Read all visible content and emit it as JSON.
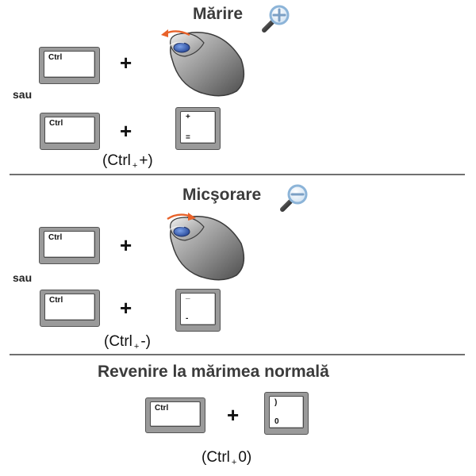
{
  "zoom_in": {
    "title": "Mărire",
    "ctrl_key_label": "Ctrl",
    "plus_sign": "+",
    "or_label": "sau",
    "key_top": "+",
    "key_bottom": "=",
    "caption_start": "(Ctrl",
    "caption_plus": "+",
    "caption_end": "+)"
  },
  "zoom_out": {
    "title": "Micşorare",
    "ctrl_key_label": "Ctrl",
    "plus_sign": "+",
    "or_label": "sau",
    "key_top": "_",
    "key_bottom": "-",
    "caption_start": "(Ctrl",
    "caption_plus": "+",
    "caption_end": "-)"
  },
  "reset": {
    "title": "Revenire la mărimea normală",
    "ctrl_key_label": "Ctrl",
    "plus_sign": "+",
    "key_top": ")",
    "key_bottom": "0",
    "caption_start": "(Ctrl",
    "caption_plus": "+",
    "caption_end": "0)"
  },
  "icons": {
    "zoom_in": "magnifier-plus-icon",
    "zoom_out": "magnifier-minus-icon",
    "mouse": "mouse-scroll-wheel-icon"
  },
  "colors": {
    "title": "#3b3b3b",
    "arrow": "#e8622a",
    "lens_rim": "#8cb4d8",
    "divider": "#707070"
  }
}
